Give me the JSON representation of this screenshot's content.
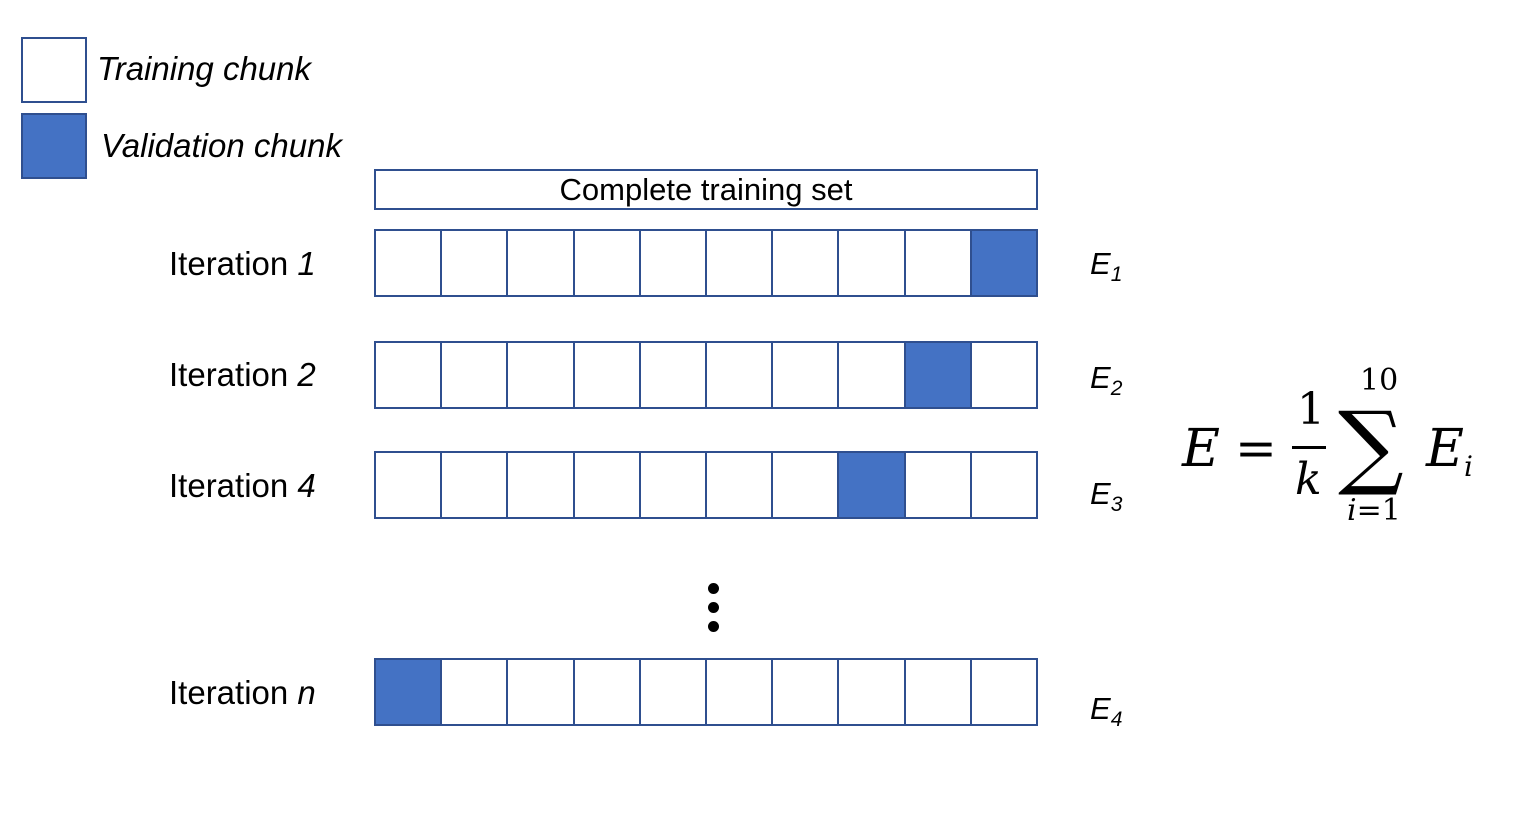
{
  "legend": {
    "training_label": "Training chunk",
    "validation_label": "Validation chunk"
  },
  "complete_set_label": "Complete training set",
  "iterations": [
    {
      "label": "Iteration ",
      "number": "1",
      "validation_index": 9,
      "error": "E",
      "error_sub": "1"
    },
    {
      "label": "Iteration ",
      "number": "2",
      "validation_index": 8,
      "error": "E",
      "error_sub": "2"
    },
    {
      "label": "Iteration ",
      "number": "4",
      "validation_index": 7,
      "error": "E",
      "error_sub": "3"
    },
    {
      "label": "Iteration ",
      "number": "n",
      "validation_index": 0,
      "error": "E",
      "error_sub": "4"
    }
  ],
  "chunks_per_row": 10,
  "formula": {
    "lhs": "E",
    "equals": "=",
    "numerator": "1",
    "denominator": "k",
    "sum_symbol": "∑",
    "upper_limit": "10",
    "lower_var": "i",
    "lower_rest": "=1",
    "term": "E",
    "term_sub": "i"
  },
  "colors": {
    "validation_fill": "#4472C4",
    "border": "#2F4F8F"
  }
}
